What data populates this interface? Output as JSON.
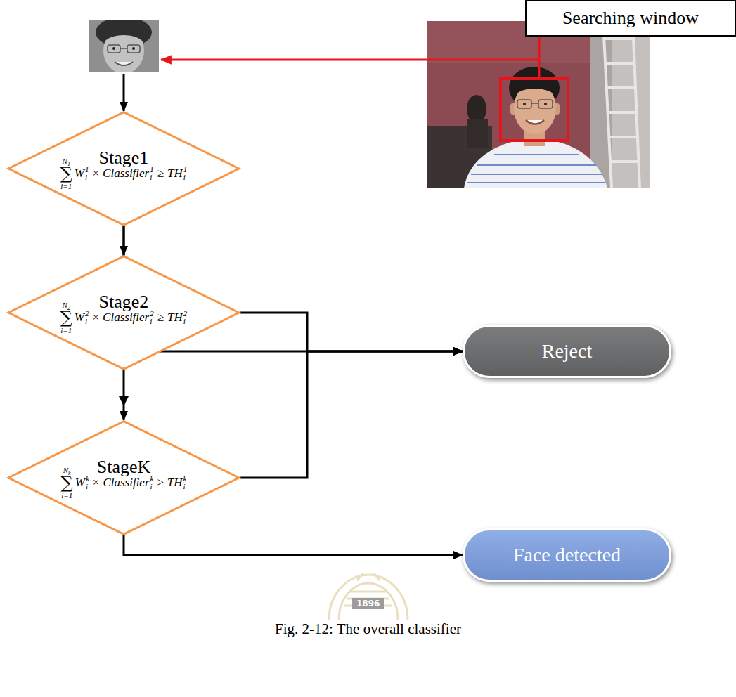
{
  "diagram": {
    "caption": "Fig. 2-12: The overall classifier",
    "nodes": [
      {
        "text": [
          "Searching window"
        ]
      },
      {
        "text": [
          "Stage1",
          "N",
          "1",
          "∑",
          "i=1",
          "W",
          "1",
          "i",
          "×",
          "Classifier",
          "1",
          "i",
          "≥",
          "TH",
          "1",
          "i"
        ]
      },
      {
        "text": [
          "Stage2",
          "N",
          "2",
          "∑",
          "i=1",
          "W",
          "2",
          "i",
          "×",
          "Classifier",
          "2",
          "i",
          "≥",
          "TH",
          "2",
          "i"
        ]
      },
      {
        "text": [
          "StageK",
          "N",
          "k",
          "∑",
          "i=1",
          "W",
          "k",
          "i",
          "×",
          "Classifier",
          "k",
          "i",
          "≥",
          "TH",
          "k",
          "i"
        ]
      },
      {
        "text": [
          "Reject"
        ]
      },
      {
        "text": [
          "Face detected"
        ]
      }
    ],
    "edges": [
      {
        "from": 1,
        "to": 2,
        "arrow": "to"
      },
      {
        "from": 2,
        "to": 3,
        "arrow": "to"
      },
      {
        "from": 1,
        "to": 4,
        "arrow": "to"
      },
      {
        "from": 2,
        "to": 4,
        "arrow": "to"
      },
      {
        "from": 3,
        "to": 4,
        "arrow": "to"
      },
      {
        "from": 3,
        "to": 5,
        "arrow": "to"
      }
    ],
    "labels": [
      "1896"
    ]
  }
}
